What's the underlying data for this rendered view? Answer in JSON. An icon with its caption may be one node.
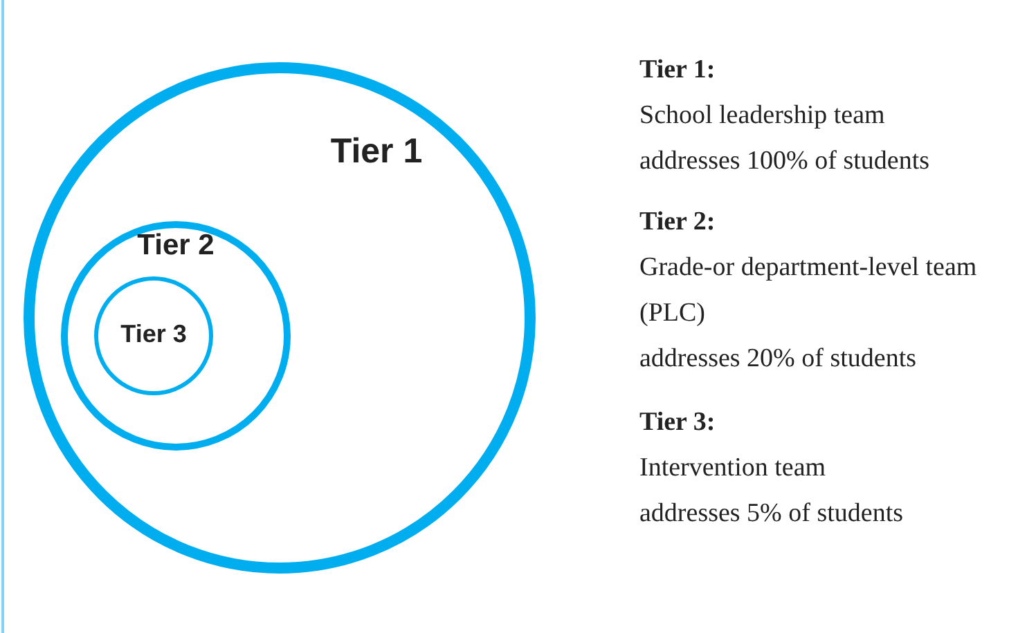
{
  "diagram": {
    "nodes": [
      {
        "text": [
          "Tier 1"
        ]
      },
      {
        "text": [
          "Tier 2"
        ],
        "in": 0
      },
      {
        "text": [
          "Tier 3"
        ],
        "in": 1
      }
    ],
    "labels": [
      "Tier 1:",
      "School leadership team",
      "addresses 100% of students",
      "Tier 2:",
      "Grade-or department-level team (PLC)",
      "addresses 20% of students",
      "Tier 3:",
      "Intervention team",
      "addresses 5% of students"
    ]
  }
}
